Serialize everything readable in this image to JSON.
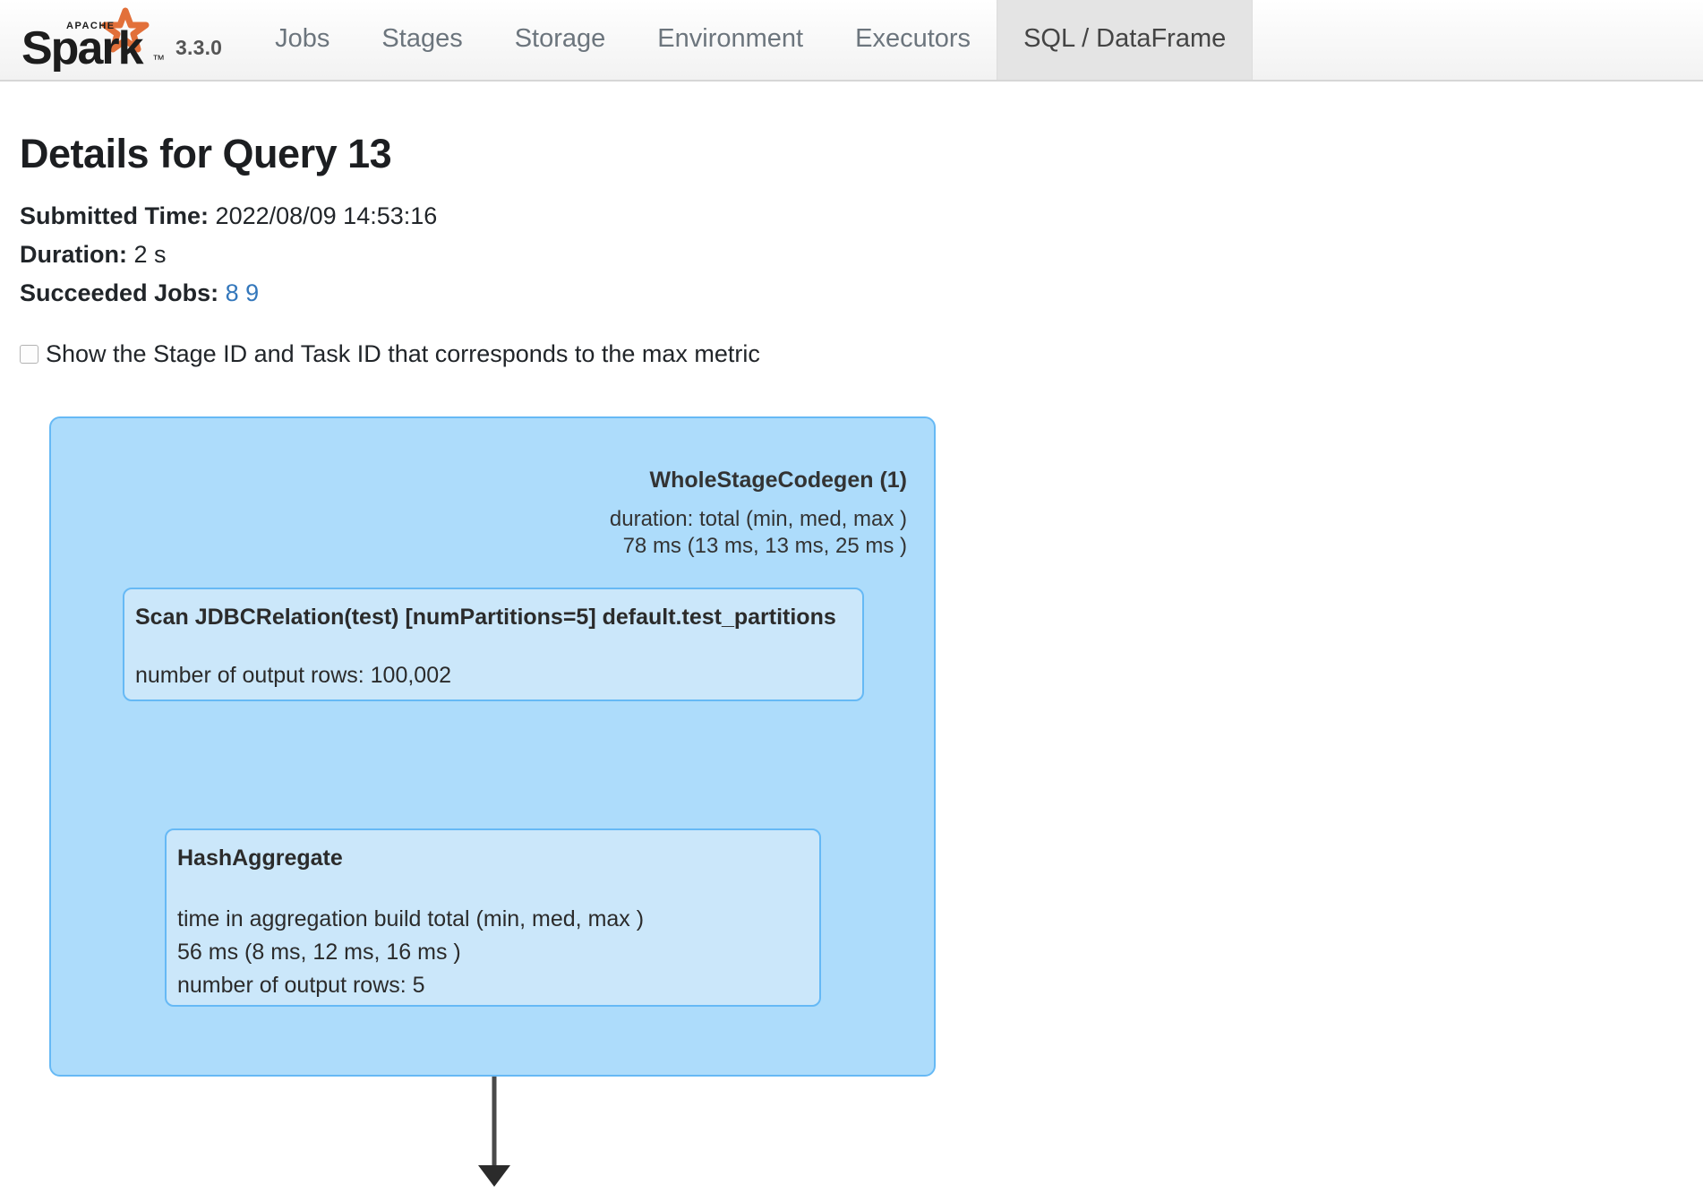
{
  "navbar": {
    "brand_name": "Apache Spark",
    "brand_small_text": "APACHE",
    "version": "3.3.0",
    "tabs": [
      {
        "label": "Jobs",
        "active": false
      },
      {
        "label": "Stages",
        "active": false
      },
      {
        "label": "Storage",
        "active": false
      },
      {
        "label": "Environment",
        "active": false
      },
      {
        "label": "Executors",
        "active": false
      },
      {
        "label": "SQL / DataFrame",
        "active": true
      }
    ]
  },
  "page": {
    "title": "Details for Query 13",
    "submitted_time_label": "Submitted Time:",
    "submitted_time_value": "2022/08/09 14:53:16",
    "duration_label": "Duration:",
    "duration_value": "2 s",
    "succeeded_jobs_label": "Succeeded Jobs:",
    "succeeded_jobs": [
      "8",
      "9"
    ],
    "show_stage_task_checkbox_label": "Show the Stage ID and Task ID that corresponds to the max metric",
    "show_stage_task_checked": false
  },
  "plan": {
    "cluster": {
      "label": "WholeStageCodegen (1)",
      "metrics": "duration: total (min, med, max )\n78 ms (13 ms, 13 ms, 25 ms )"
    },
    "nodes": [
      {
        "id": "scan",
        "title": "Scan JDBCRelation(test) [numPartitions=5] default.test_partitions",
        "metrics": "number of output rows: 100,002"
      },
      {
        "id": "hashaggregate",
        "title": "HashAggregate",
        "metrics": "time in aggregation build total (min, med, max )\n56 ms (8 ms, 12 ms, 16 ms )\nnumber of output rows: 5"
      }
    ]
  },
  "colors": {
    "cluster_fill": "#addcfb",
    "node_fill": "#cbe7fa",
    "node_border": "#66b9f5",
    "link": "#3377bb",
    "edge": "#4a4a4a",
    "active_tab_bg": "#e4e4e4",
    "logo_star": "#e2703a"
  }
}
